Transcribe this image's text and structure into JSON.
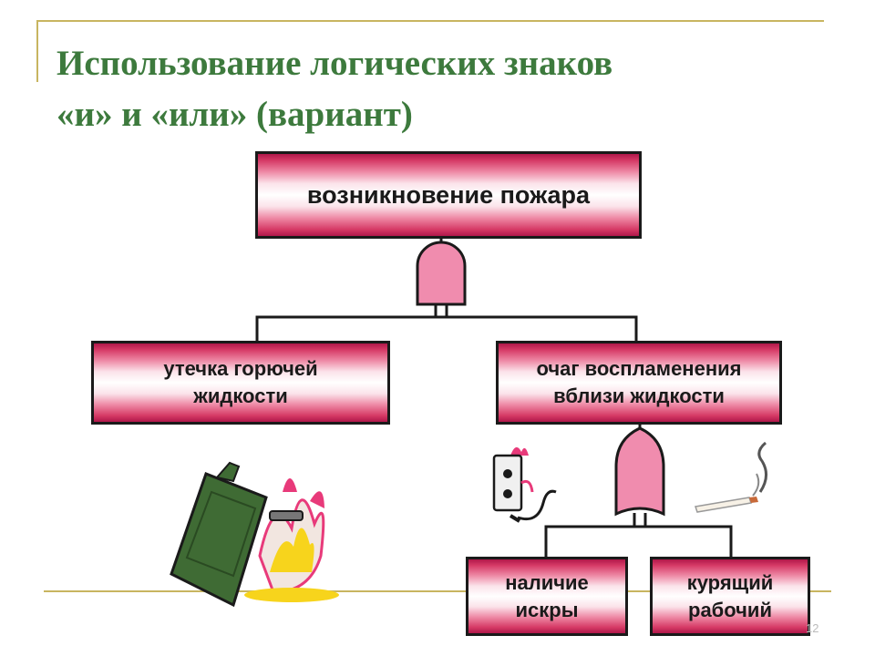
{
  "slide": {
    "title_line1": "Использование логических знаков",
    "title_line2": "«и» и «или» (вариант)",
    "page_number": "12"
  },
  "diagram": {
    "top_event": "возникновение пожара",
    "gate_top": "and-gate",
    "left_event": [
      "утечка горючей",
      "жидкости"
    ],
    "right_event": [
      "очаг воспламенения",
      "вблизи жидкости"
    ],
    "gate_right": "or-gate",
    "spark_event": [
      "наличие",
      "искры"
    ],
    "smoker_event": [
      "курящий",
      "рабочий"
    ]
  },
  "colors": {
    "title": "#3d7a3d",
    "box_border": "#1a1a1a",
    "box_edge": "#b0184a",
    "gate_fill": "#f08cae",
    "frame": "#c8b560"
  },
  "illustrations": {
    "canister": "fuel-canister-on-fire-icon",
    "socket": "burning-electrical-socket-icon",
    "cigarette": "smoking-cigarette-icon"
  }
}
